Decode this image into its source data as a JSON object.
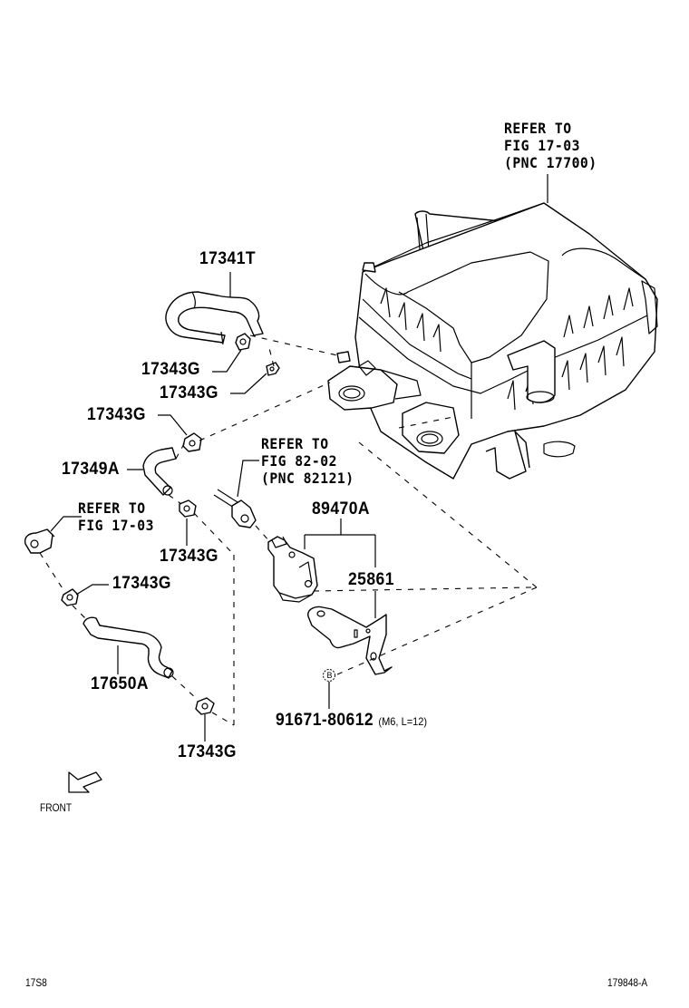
{
  "diagram": {
    "type": "exploded-parts-diagram",
    "subject": "Air cleaner, vacuum hoses and sensor bracket"
  },
  "references": {
    "air_cleaner": {
      "lines": [
        "REFER TO",
        "FIG 17-03",
        "(PNC 17700)"
      ]
    },
    "connector": {
      "lines": [
        "REFER TO",
        "FIG 82-02",
        "(PNC 82121)"
      ]
    },
    "left_fitting": {
      "lines": [
        "REFER TO",
        "FIG 17-03"
      ]
    }
  },
  "parts": {
    "hose_upper": "17341T",
    "clip_1": "17343G",
    "clip_2": "17343G",
    "clip_3": "17343G",
    "hose_elbow": "17349A",
    "clip_4": "17343G",
    "clip_5": "17343G",
    "hose_lower": "17650A",
    "clip_6": "17343G",
    "sensor": "89470A",
    "bracket": "25861",
    "bolt": "91671-80612",
    "bolt_spec": "(M6, L=12)",
    "bolt_marker": "B"
  },
  "orientation": {
    "label": "FRONT",
    "icon": "front-arrow-icon"
  },
  "footer": {
    "left_code": "17S8",
    "right_code": "179848-A"
  }
}
